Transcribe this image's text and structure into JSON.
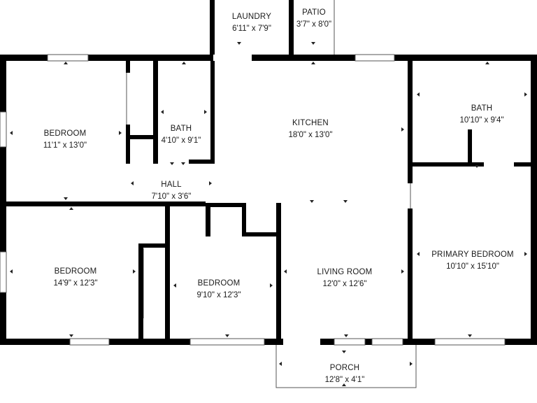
{
  "rooms": [
    {
      "id": "laundry",
      "name": "LAUNDRY",
      "dims": "6'11\" x 7'9\""
    },
    {
      "id": "patio",
      "name": "PATIO",
      "dims": "3'7\" x 8'0\""
    },
    {
      "id": "bedroom-1",
      "name": "BEDROOM",
      "dims": "11'1\" x 13'0\""
    },
    {
      "id": "bath-1",
      "name": "BATH",
      "dims": "4'10\" x 9'1\""
    },
    {
      "id": "kitchen",
      "name": "KITCHEN",
      "dims": "18'0\" x 13'0\""
    },
    {
      "id": "bath-2",
      "name": "BATH",
      "dims": "10'10\" x 9'4\""
    },
    {
      "id": "hall",
      "name": "HALL",
      "dims": "7'10\" x 3'6\""
    },
    {
      "id": "bedroom-2",
      "name": "BEDROOM",
      "dims": "14'9\" x 12'3\""
    },
    {
      "id": "bedroom-3",
      "name": "BEDROOM",
      "dims": "9'10\" x 12'3\""
    },
    {
      "id": "living-room",
      "name": "LIVING ROOM",
      "dims": "12'0\" x 12'6\""
    },
    {
      "id": "primary-bedroom",
      "name": "PRIMARY BEDROOM",
      "dims": "10'10\" x 15'10\""
    },
    {
      "id": "porch",
      "name": "PORCH",
      "dims": "12'8\" x 4'1\""
    }
  ]
}
